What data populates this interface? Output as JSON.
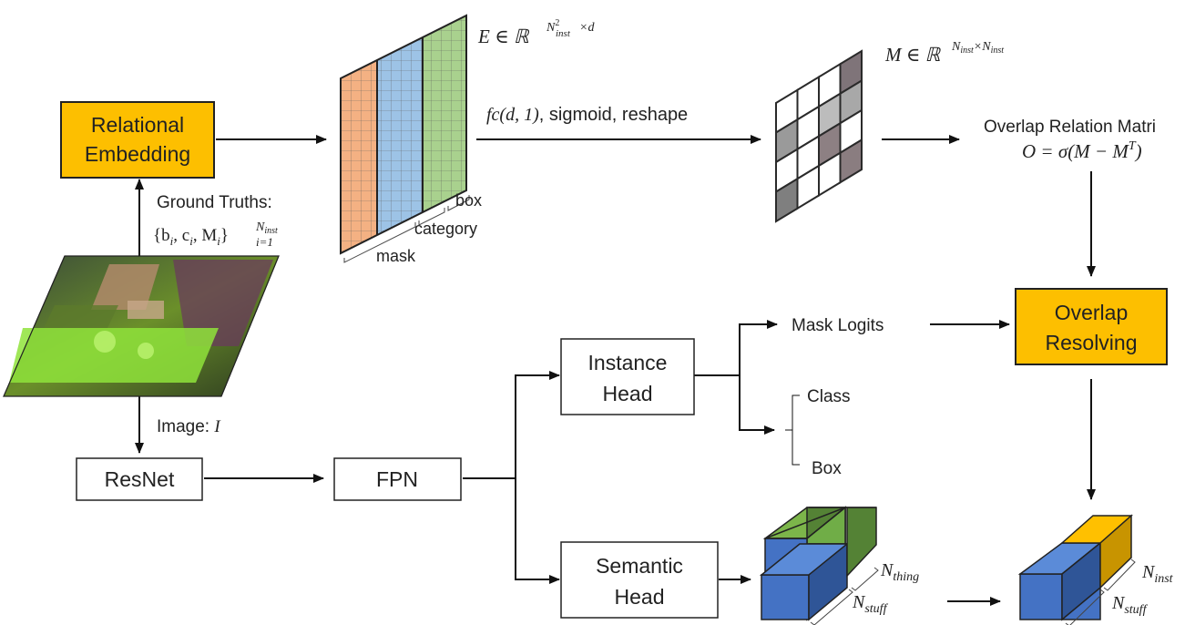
{
  "nodes": {
    "relational_embedding": [
      "Relational",
      "Embedding"
    ],
    "overlap_resolving": [
      "Overlap",
      "Resolving"
    ],
    "resnet": "ResNet",
    "fpn": "FPN",
    "instance_head": [
      "Instance",
      "Head"
    ],
    "semantic_head": [
      "Semantic",
      "Head"
    ]
  },
  "labels": {
    "ground_truths": "Ground Truths:",
    "gt_set": "{b",
    "gt_set_sub_i1": "i",
    "gt_set_c": ", c",
    "gt_set_sub_i2": "i",
    "gt_set_m": ", M",
    "gt_set_sub_i3": "i",
    "gt_set_close": "}",
    "gt_set_sup": "N",
    "gt_set_sup_sub": "inst",
    "gt_set_range": "i=1",
    "image": "Image: ",
    "image_var": "I",
    "fc_math": "fc(d, 1)",
    "fc_text": ", sigmoid, reshape",
    "mask_logits": "Mask Logits",
    "class": "Class",
    "box": "Box",
    "emb_mask": "mask",
    "emb_category": "category",
    "emb_box": "box",
    "E_def": "E ∈ ℝ",
    "E_sup_N": "N",
    "E_sup_sq": "2",
    "E_sup_sub": "inst",
    "E_sup_rest": "×d",
    "M_def": "M ∈ ℝ",
    "M_sup": "N",
    "M_sup_sub": "inst",
    "M_sup_x": "×N",
    "M_sup_sub2": "inst",
    "overlap_matrix_title": "Overlap Relation Matri",
    "overlap_formula": "O = σ(M − M",
    "overlap_formula_T": "T",
    "overlap_formula_close": ")",
    "n_thing": "N",
    "n_thing_sub": "thing",
    "n_stuff": "N",
    "n_stuff_sub": "stuff",
    "n_inst": "N",
    "n_inst_sub": "inst",
    "n_stuff2": "N",
    "n_stuff2_sub": "stuff"
  },
  "colors": {
    "highlight_box": "#fdbf00",
    "mask_col": "#f4b183",
    "category_col": "#9dc3e6",
    "box_col": "#a9d18e",
    "cube_blue": "#4472c4",
    "cube_green": "#70ad47",
    "cube_gold": "#ffc000"
  },
  "matrix_cells": [
    [
      "#ffffff",
      "#ffffff",
      "#ffffff",
      "#7f7479"
    ],
    [
      "#9a9a9a",
      "#ffffff",
      "#bcbcbc",
      "#a8a8a8"
    ],
    [
      "#ffffff",
      "#ffffff",
      "#8d8083",
      "#ffffff"
    ],
    [
      "#7f7f7f",
      "#ffffff",
      "#ffffff",
      "#8a7d80"
    ]
  ]
}
